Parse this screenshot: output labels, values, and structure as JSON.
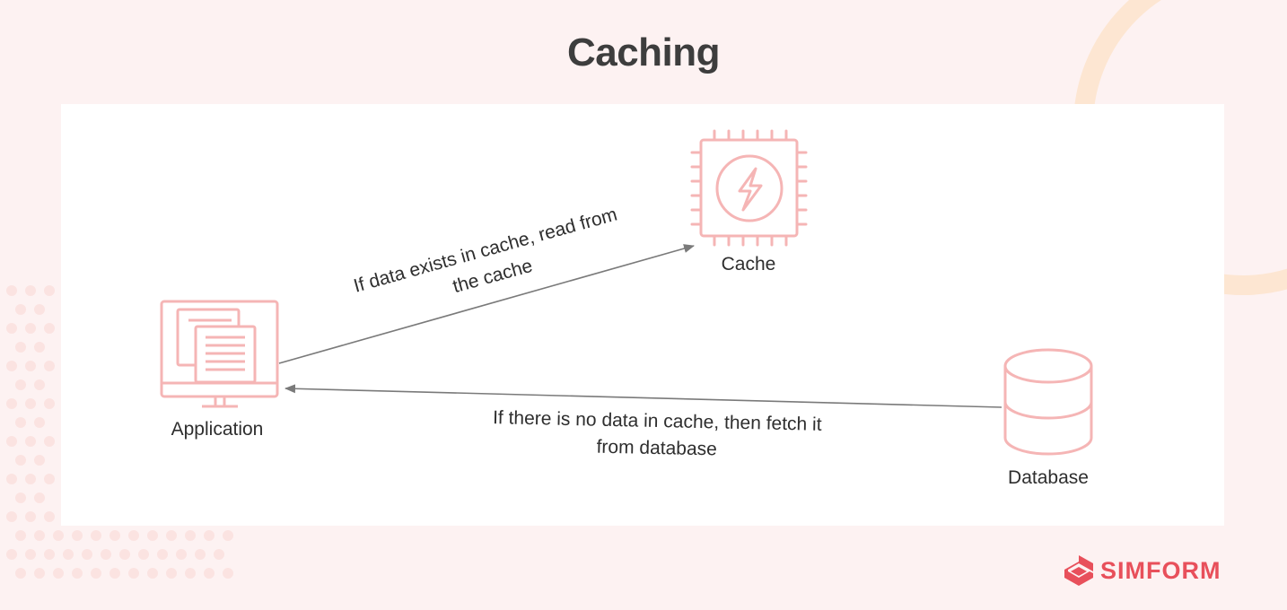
{
  "title": "Caching",
  "nodes": {
    "application": {
      "label": "Application",
      "icon": "application-monitor-icon"
    },
    "cache": {
      "label": "Cache",
      "icon": "cache-chip-icon"
    },
    "database": {
      "label": "Database",
      "icon": "database-cylinder-icon"
    }
  },
  "edges": {
    "app_to_cache": {
      "line1": "If data exists in cache, read from",
      "line2": "the cache"
    },
    "database_to_app": {
      "line1": "If there is no data in cache, then fetch it",
      "line2": "from database"
    }
  },
  "brand": {
    "name": "SIMFORM",
    "icon": "simform-logo-icon"
  },
  "colors": {
    "background": "#fdf2f2",
    "panel": "#ffffff",
    "icon_stroke": "#f5b5b5",
    "arrow": "#7a7a7a",
    "brand": "#e8505b",
    "decor_ring": "#fde6d2",
    "decor_dots": "#fbe3e1"
  }
}
